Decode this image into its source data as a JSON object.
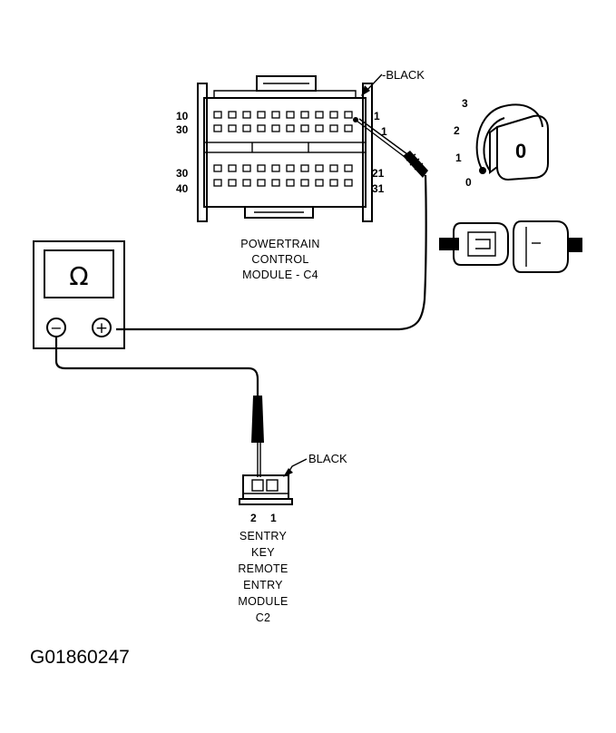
{
  "pcm": {
    "label_lines": [
      "POWERTRAIN",
      "CONTROL",
      "MODULE - C4"
    ],
    "wire_color": "-BLACK",
    "pins_left": [
      "10",
      "30",
      "30",
      "40"
    ],
    "pins_right": [
      "1",
      "1",
      "21",
      "31"
    ]
  },
  "ignition": {
    "positions": [
      "3",
      "2",
      "1",
      "0"
    ],
    "key_text": "0"
  },
  "meter": {
    "display_symbol": "Ω",
    "neg_symbol": "−",
    "pos_symbol": "+"
  },
  "skrem": {
    "wire_color": "BLACK",
    "pins": [
      "2",
      "1"
    ],
    "label_lines": [
      "SENTRY",
      "KEY",
      "REMOTE",
      "ENTRY",
      "MODULE",
      "C2"
    ]
  },
  "figure_id": "G01860247",
  "colors": {
    "ink": "#000000",
    "paper": "#ffffff"
  }
}
